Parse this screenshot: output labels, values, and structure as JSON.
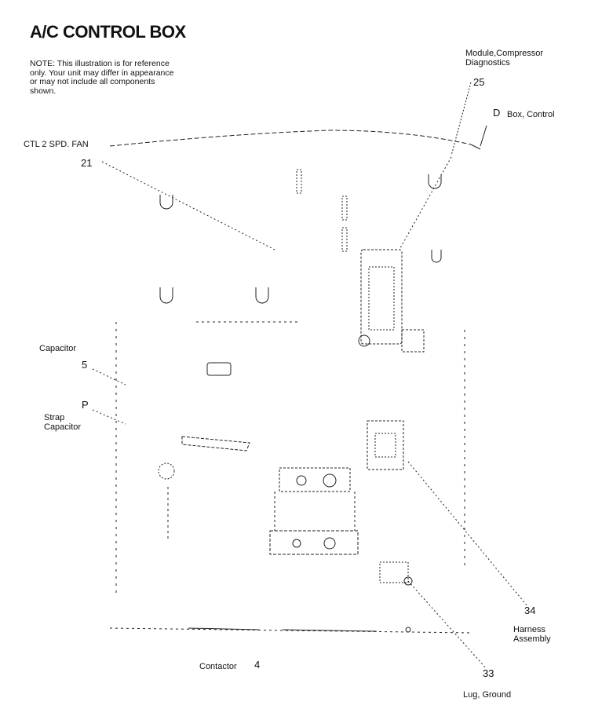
{
  "title": "A/C CONTROL BOX",
  "note": "NOTE: This illustration is for reference only. Your unit may differ in appearance or may not include all components shown.",
  "callouts": {
    "module": {
      "label": "Module,Compressor Diagnostics",
      "label_line1": "Module,Compressor",
      "label_line2": "Diagnostics",
      "number": "25"
    },
    "box": {
      "label": "Box, Control",
      "letter": "D"
    },
    "fan": {
      "label": "CTL 2 SPD. FAN",
      "number": "21"
    },
    "capacitor": {
      "label": "Capacitor",
      "number": "5"
    },
    "strap": {
      "label": "Strap Capacitor",
      "label_line1": "Strap",
      "label_line2": "Capacitor",
      "letter": "P"
    },
    "harness": {
      "label": "Harness Assembly",
      "label_line1": "Harness",
      "label_line2": "Assembly",
      "number": "34"
    },
    "contactor": {
      "label": "Contactor",
      "number": "4"
    },
    "lug": {
      "label": "Lug, Ground",
      "number": "33"
    }
  }
}
